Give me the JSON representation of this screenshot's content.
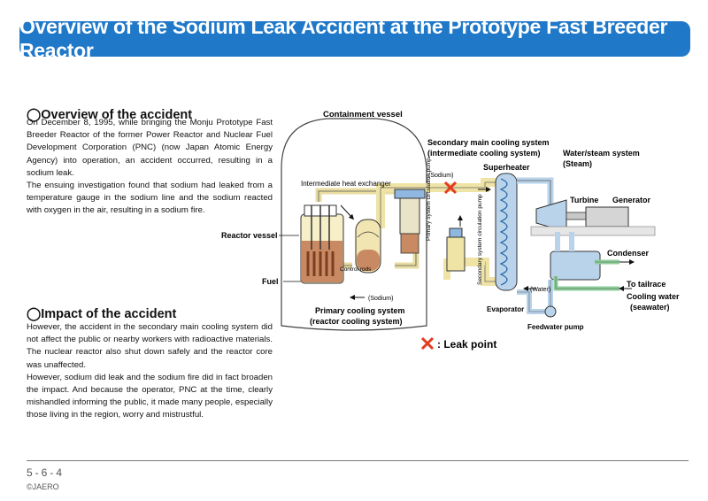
{
  "title": "Overview of the Sodium Leak Accident at the Prototype Fast Breeder Reactor",
  "overview": {
    "heading": "◯Overview of the accident",
    "paragraphs": [
      "On December 8, 1995, while bringing the Monju Prototype Fast Breeder Reactor of the former Power Reactor and Nuclear Fuel Development Corporation (PNC) (now Japan Atomic Energy Agency) into operation, an accident occurred, resulting in a sodium leak.",
      "The ensuing investigation found that sodium had leaked from a temperature gauge in the sodium line and the sodium reacted with oxygen in the air, resulting in a sodium fire."
    ]
  },
  "impact": {
    "heading": "◯Impact of the accident",
    "paragraphs": [
      "However, the accident in the secondary main cooling system did not affect the public or nearby workers with radioactive materials.  The nuclear reactor also shut down safely and the reactor core was unaffected.",
      "However, sodium did leak and the sodium fire did in fact broaden the impact. And because the operator, PNC at the time, clearly mishandled informing the public, it made many people, especially those living in the region, worry and mistrustful."
    ]
  },
  "diagram": {
    "containment_vessel": "Containment vessel",
    "intermediate_heat_exchanger": "Intermediate heat exchanger",
    "sodium_top": "(Sodium)",
    "sodium_bottom": "(Sodium)",
    "primary_pump": "Primary system circulation pump",
    "secondary_pump": "Secondary system circulation pump",
    "reactor_vessel": "Reactor vessel",
    "control_rods": "Control rods",
    "fuel": "Fuel",
    "primary_system_1": "Primary cooling system",
    "primary_system_2": "(reactor cooling system)",
    "secondary_system_1": "Secondary main cooling system",
    "secondary_system_2": "(intermediate cooling system)",
    "water_steam_1": "Water/steam system",
    "water_steam_2": "(Steam)",
    "superheater": "Superheater",
    "turbine": "Turbine",
    "generator": "Generator",
    "condenser": "Condenser",
    "to_tailrace": "To tailrace",
    "cooling_water_1": "Cooling water",
    "cooling_water_2": "(seawater)",
    "water": "(Water)",
    "evaporator": "Evaporator",
    "feedwater_pump": "Feedwater pump",
    "leak_point": ": Leak point",
    "colors": {
      "primary_sodium": "#c98a63",
      "secondary_sodium": "#efe4a6",
      "steam": "#b9d3ea",
      "cooling_water": "#8ccf9a",
      "leak_mark": "#e53b1f"
    }
  },
  "footer": {
    "page": "5-6-4",
    "copyright": "©JAERO"
  }
}
